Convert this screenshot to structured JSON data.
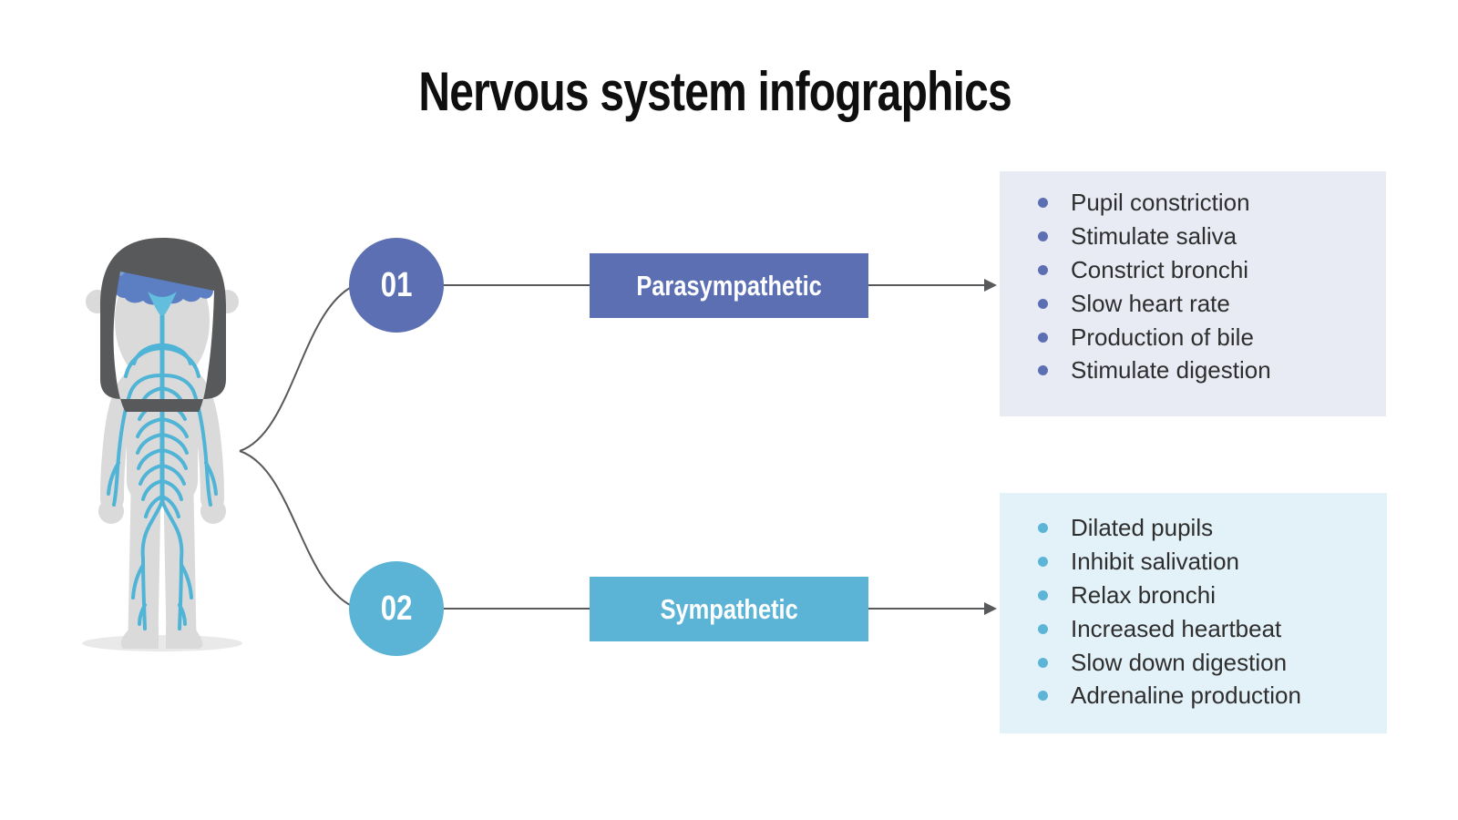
{
  "title": "Nervous system infographics",
  "figure": {
    "description": "girl-with-nervous-system-illustration"
  },
  "branches": {
    "parasympathetic": {
      "number": "01",
      "label": "Parasympathetic",
      "accent_color": "#5C6FB2",
      "panel_bg": "#E9EBF4",
      "items": [
        "Pupil constriction",
        "Stimulate saliva",
        "Constrict bronchi",
        "Slow heart rate",
        "Production of bile",
        "Stimulate digestion"
      ]
    },
    "sympathetic": {
      "number": "02",
      "label": "Sympathetic",
      "accent_color": "#5BB3D6",
      "panel_bg": "#E3F1F8",
      "items": [
        "Dilated pupils",
        "Inhibit salivation",
        "Relax bronchi",
        "Increased heartbeat",
        "Slow down digestion",
        "Adrenaline production"
      ]
    }
  },
  "colors": {
    "connector_line": "#58595B",
    "title_text": "#0F0F0F",
    "list_text": "#2E2E2E",
    "hair": "#58595B",
    "skin": "#DADADA",
    "brain": "#5C7EC3",
    "nerves": "#4FB4D6",
    "shadow": "#E9E9E9"
  }
}
